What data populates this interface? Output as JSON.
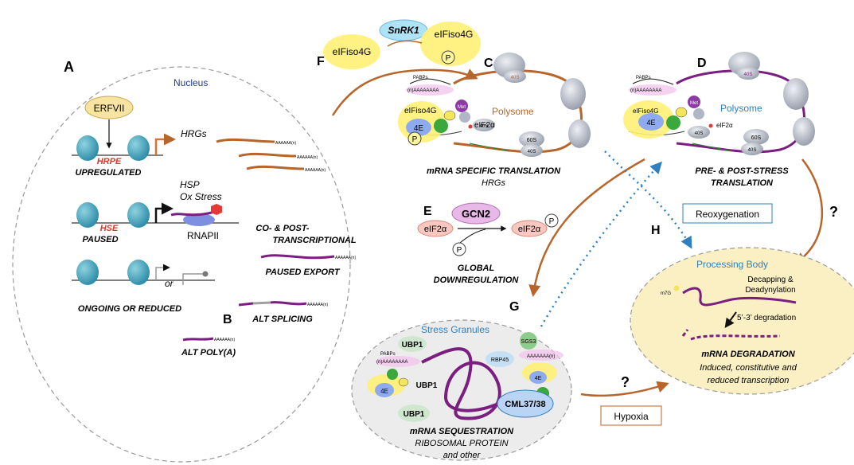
{
  "panels": {
    "A": "A",
    "B": "B",
    "C": "C",
    "D": "D",
    "E": "E",
    "F": "F",
    "G": "G",
    "H": "H"
  },
  "nucleus": {
    "title": "Nucleus",
    "erfvii": "ERFVII",
    "hrpe": "HRPE",
    "hrgs": "HRGs",
    "upregulated": "UPREGULATED",
    "hsp": "HSP",
    "ox_stress": "Ox Stress",
    "hse": "HSE",
    "rnapii": "RNAPII",
    "paused": "PAUSED",
    "or": "or",
    "ongoing": "ONGOING OR REDUCED",
    "co_post_1": "CO- & POST-",
    "co_post_2": "TRANSCRIPTIONAL",
    "paused_export": "PAUSED EXPORT",
    "alt_splicing": "ALT SPLICING",
    "alt_polya": "ALT POLY(A)",
    "polya_n": "AAAAAA(n)"
  },
  "snrk": {
    "snrk1": "SnRK1",
    "eifiso4g_left": "eIFiso4G",
    "eifiso4g_right": "eIFiso4G",
    "p": "P"
  },
  "polysome_c": {
    "title": "Polysome",
    "pabps": "PABPs",
    "polya": "(n)AAAAAAAA",
    "eifiso4g": "eIFiso4G",
    "e4": "4E",
    "p": "P",
    "met": "Met",
    "eif2a": "eIF2α",
    "s40": "40S",
    "s60": "60S",
    "caption1": "mRNA SPECIFIC TRANSLATION",
    "caption2": "HRGs"
  },
  "polysome_d": {
    "title": "Polysome",
    "pabps": "PABPs",
    "polya": "(n)AAAAAAAA",
    "eifiso4g": "eIFiso4G",
    "e4": "4E",
    "met": "Met",
    "eif2a": "eIF2α",
    "s40": "40S",
    "s60": "60S",
    "caption1": "PRE- & POST-STRESS",
    "caption2": "TRANSLATION"
  },
  "gcn2": {
    "gcn2": "GCN2",
    "eif2a_left": "eIF2α",
    "eif2a_right": "eIF2α",
    "p": "P",
    "caption1": "GLOBAL",
    "caption2": "DOWNREGULATION"
  },
  "stress_granules": {
    "title": "Stress Granules",
    "ubp1_top": "UBP1",
    "ubp1_mid": "UBP1",
    "ubp1_bot": "UBP1",
    "sgs3": "SGS3",
    "rbp45": "RBP45",
    "cml": "CML37/38",
    "pabps": "PABPs",
    "polya_left": "(n)AAAAAAAA",
    "polya_right": "AAAAAAA(n)",
    "e4": "4E",
    "caption1": "mRNA SEQUESTRATION",
    "caption2": "RIBOSOMAL PROTEIN",
    "caption3": "and other"
  },
  "processing_body": {
    "title": "Processing Body",
    "decap1": "Decapping &",
    "decap2": "Deadynylation",
    "m7g": "m7G",
    "deg": "5’-3’ degradation",
    "caption1": "mRNA DEGRADATION",
    "caption2": "Induced, constitutive and",
    "caption3": "reduced transcription"
  },
  "labels": {
    "reoxygenation": "Reoxygenation",
    "hypoxia": "Hypoxia",
    "question": "?"
  },
  "colors": {
    "orange_arrow": "#b8652b",
    "purple_mrna": "#7a1f7f",
    "blue_dots": "#2f7fc1",
    "nucleus_title": "#1f3b9b",
    "polysome_c_title": "#b8652b",
    "polysome_d_title": "#2f7fc1"
  }
}
